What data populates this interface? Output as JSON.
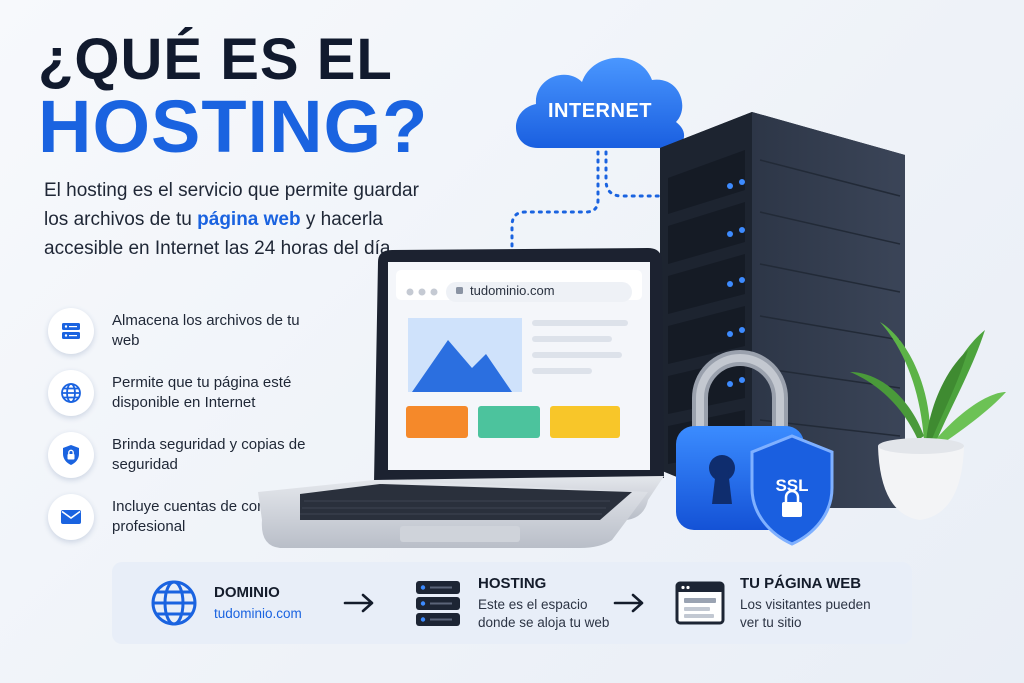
{
  "title": {
    "line1": "¿QUÉ ES EL",
    "line2": "HOSTING?"
  },
  "intro": {
    "text_before": "El hosting es el servicio que permite guardar los archivos de tu ",
    "highlight": "página web",
    "text_after": " y hacerla accesible en Internet las 24 horas del día."
  },
  "cloud": {
    "label": "INTERNET"
  },
  "laptop": {
    "url": "tudominio.com"
  },
  "badge": {
    "label": "SSL"
  },
  "features": [
    {
      "icon": "server-icon",
      "text": "Almacena los archivos de tu web"
    },
    {
      "icon": "globe-icon",
      "text": "Permite que tu página esté disponible en Internet"
    },
    {
      "icon": "shield-lock-icon",
      "text": "Brinda seguridad y copias de seguridad"
    },
    {
      "icon": "mail-icon",
      "text": "Incluye cuentas de correo profesional"
    }
  ],
  "flow": [
    {
      "icon": "globe-icon",
      "title": "DOMINIO",
      "desc": "tudominio.com"
    },
    {
      "icon": "server-icon",
      "title": "HOSTING",
      "desc": "Este es el espacio donde se aloja tu web"
    },
    {
      "icon": "browser-window-icon",
      "title": "TU PÁGINA WEB",
      "desc": "Los visitantes pueden ver tu sitio"
    }
  ],
  "colors": {
    "accent": "#1a63e0",
    "dark": "#111a2e",
    "server": "#2b3444",
    "orange": "#f5892a",
    "green": "#4cc39d",
    "yellow": "#f8c629"
  }
}
